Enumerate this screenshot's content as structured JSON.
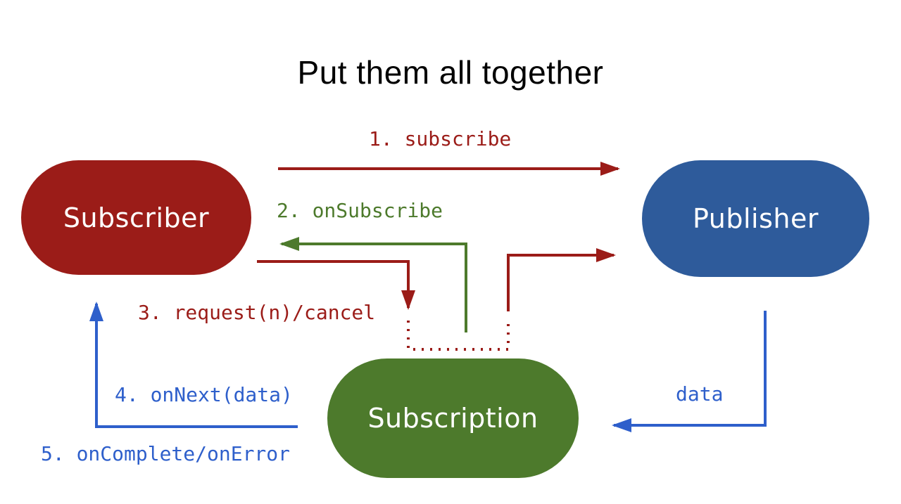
{
  "title": "Put them all together",
  "colors": {
    "background": "#ffffff",
    "title_text": "#000000",
    "red": "#9b1c18",
    "green": "#4d7a2c",
    "node_blue": "#2e5b9b",
    "arrow_blue": "#2e5fcb",
    "node_text": "#ffffff"
  },
  "nodes": [
    {
      "id": "subscriber",
      "label": "Subscriber",
      "color": "#9b1c18"
    },
    {
      "id": "publisher",
      "label": "Publisher",
      "color": "#2e5b9b"
    },
    {
      "id": "subscription",
      "label": "Subscription",
      "color": "#4d7a2c"
    }
  ],
  "edges": [
    {
      "id": "subscribe",
      "label": "1. subscribe",
      "color": "#9b1c18",
      "style": "solid",
      "from": "Subscriber",
      "to": "Publisher"
    },
    {
      "id": "onsubscribe",
      "label": "2. onSubscribe",
      "color": "#4d7a2c",
      "style": "solid",
      "from": "Subscription",
      "to": "Subscriber"
    },
    {
      "id": "request",
      "label": "3. request(n)/cancel",
      "color": "#9b1c18",
      "style": "solid",
      "from": "Subscriber",
      "to": "Publisher"
    },
    {
      "id": "onnext",
      "label": "4. onNext(data)",
      "color": "#2e5fcb",
      "style": "solid",
      "from": "Subscription",
      "to": "Subscriber"
    },
    {
      "id": "oncomplete",
      "label": "5. onComplete/onError",
      "color": "#2e5fcb",
      "style": "solid",
      "from": "Subscription",
      "to": "Subscriber"
    },
    {
      "id": "data",
      "label": "data",
      "color": "#2e5fcb",
      "style": "solid",
      "from": "Publisher",
      "to": "Subscription"
    },
    {
      "id": "request-relay",
      "label": "",
      "color": "#9b1c18",
      "style": "dotted",
      "from": "Subscription",
      "to": "Publisher"
    }
  ]
}
